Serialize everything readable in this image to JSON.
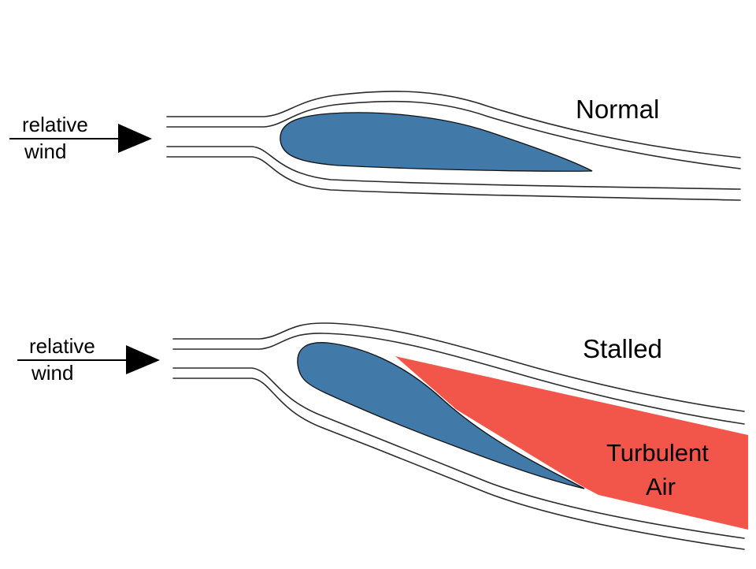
{
  "panels": {
    "normal": {
      "title": "Normal",
      "wind_line1": "relative",
      "wind_line2": "wind"
    },
    "stalled": {
      "title": "Stalled",
      "wind_line1": "relative",
      "wind_line2": "wind",
      "turbulent_line1": "Turbulent",
      "turbulent_line2": "Air"
    }
  },
  "colors": {
    "airfoil": "#4179a9",
    "turbulent": "#f2564b",
    "streamline": "#2a2a2a"
  }
}
